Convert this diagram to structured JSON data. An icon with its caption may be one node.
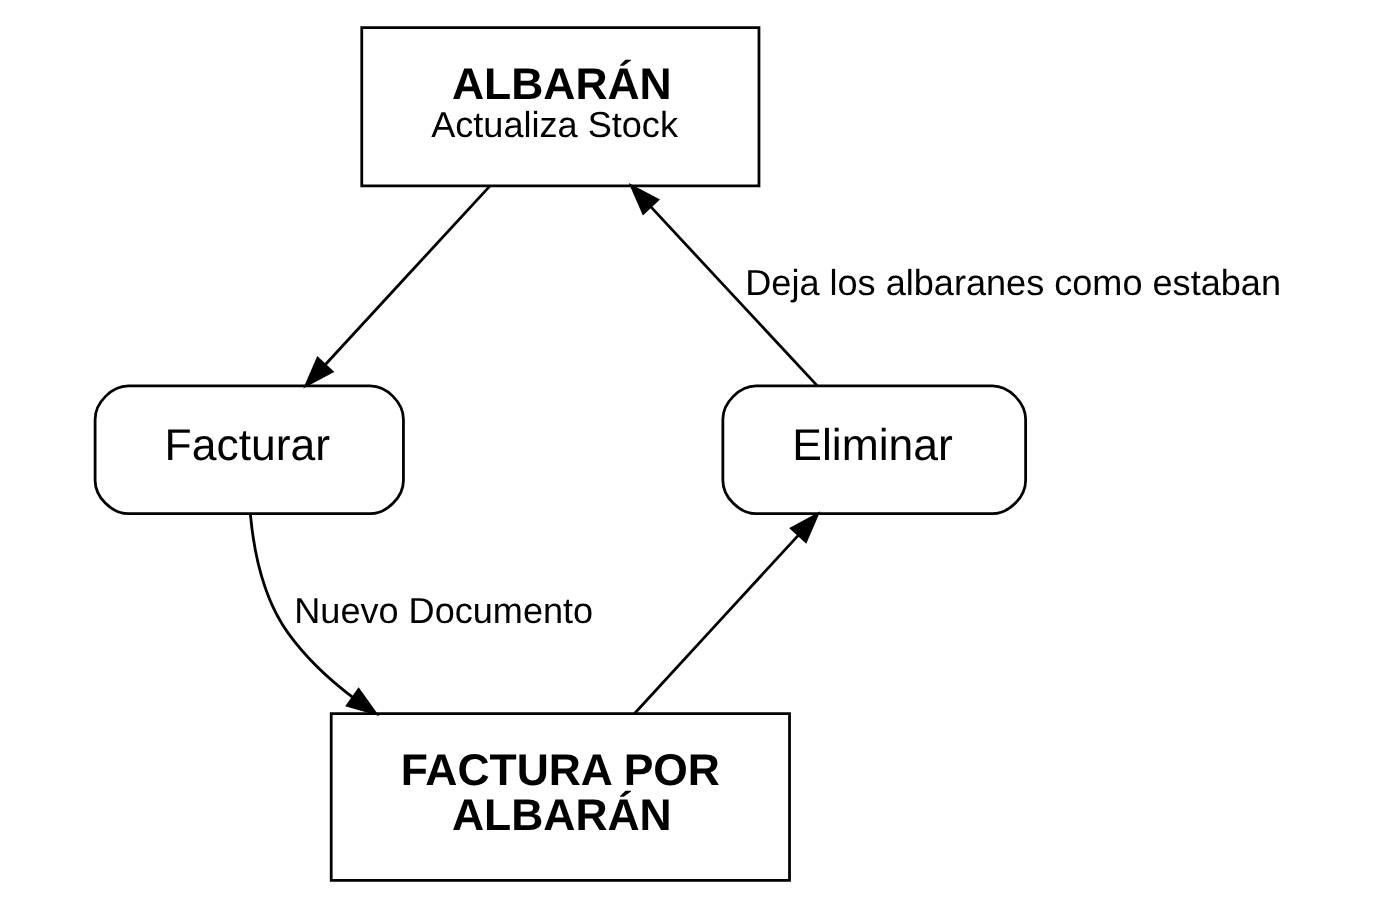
{
  "diagram": {
    "nodes": [
      {
        "text": [
          "ALBARÁN",
          "Actualiza Stock"
        ]
      },
      {
        "text": [
          "Facturar"
        ]
      },
      {
        "text": [
          "FACTURA POR ALBARÁN"
        ]
      },
      {
        "text": [
          "Eliminar"
        ]
      }
    ],
    "edges": [
      {
        "from": 0,
        "to": 1,
        "arrow": "to"
      },
      {
        "from": 1,
        "to": 2,
        "arrow": "to",
        "label": "Nuevo Documento"
      },
      {
        "from": 2,
        "to": 3,
        "arrow": "to"
      },
      {
        "from": 3,
        "to": 0,
        "arrow": "to",
        "label": "Deja los albaranes como estaban"
      }
    ]
  }
}
